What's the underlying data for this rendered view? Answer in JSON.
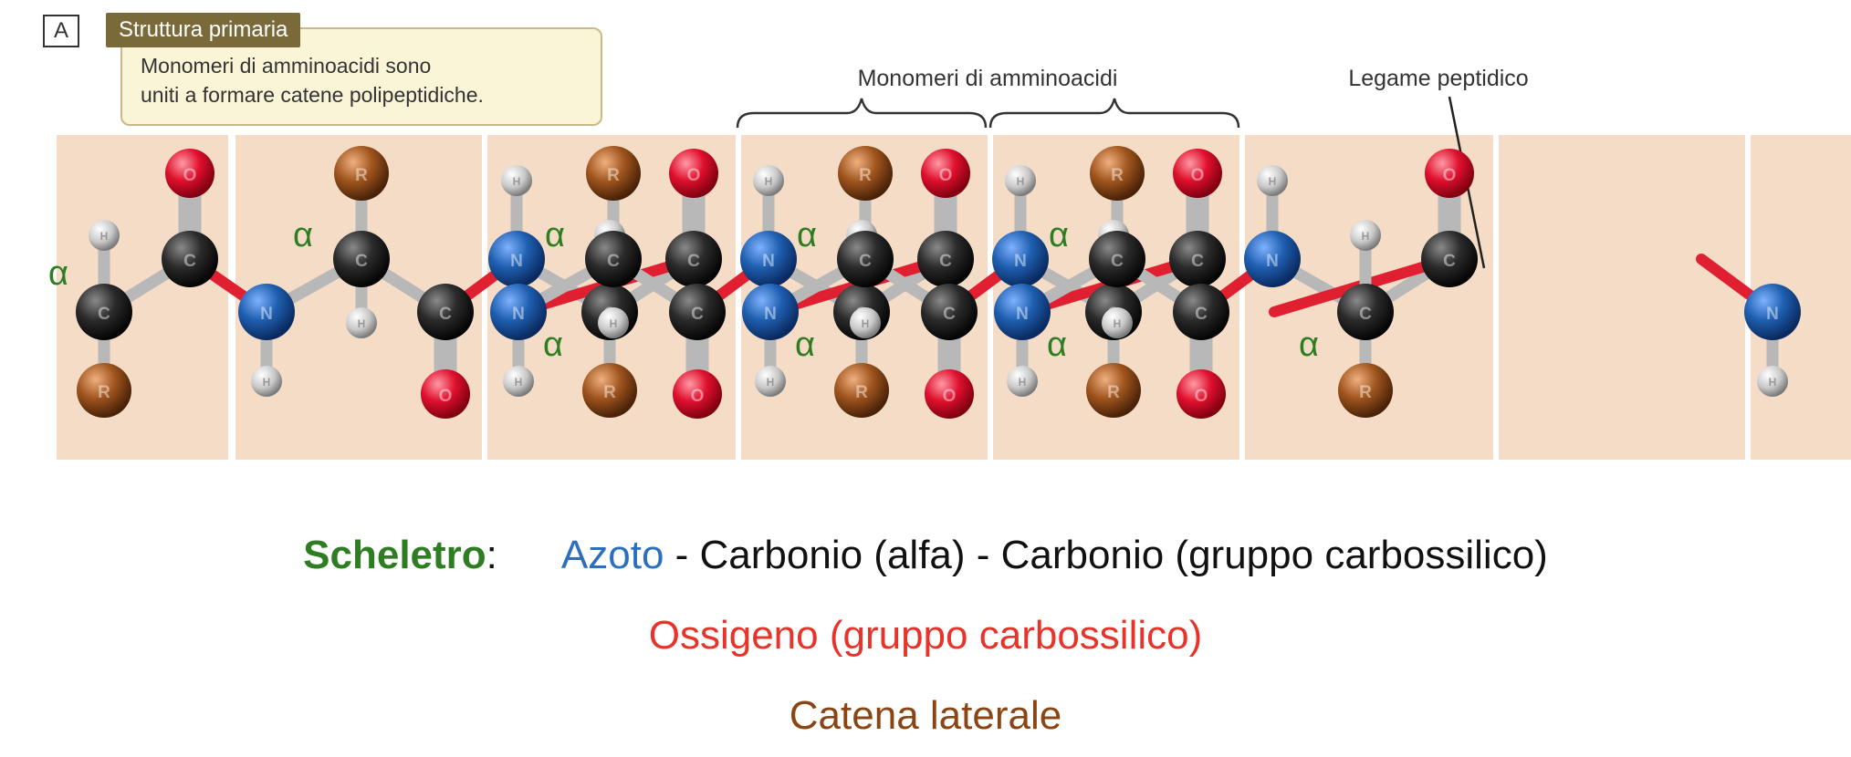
{
  "panel_letter": "A",
  "panel_title": "Struttura primaria",
  "panel_description": [
    "Monomeri di amminoacidi sono",
    "uniti a formare catene polipeptidiche."
  ],
  "label_monomers": "Monomeri di amminoacidi",
  "label_peptide_bond": "Legame peptidico",
  "alpha_symbol": "α",
  "atom_letters": {
    "carbon": "C",
    "nitrogen": "N",
    "oxygen": "O",
    "side_chain": "R",
    "hydrogen": "H"
  },
  "legend": {
    "backbone_word": "Scheletro",
    "colon": ":",
    "nitrogen": "Azoto",
    "backbone_rest": " - Carbonio (alfa) - Carbonio (gruppo carbossilico)",
    "oxygen": "Ossigeno (gruppo carbossilico)",
    "side_chain": "Catena laterale"
  },
  "colors": {
    "carbon": "#2b2b2b",
    "nitrogen": "#1f5fb0",
    "oxygen": "#e0102e",
    "side_chain": "#a0551e",
    "hydrogen": "#c8c8c8",
    "peptide_bond": "#e02030",
    "band": "#f4dcc6",
    "alpha_text": "#2e7d22"
  }
}
